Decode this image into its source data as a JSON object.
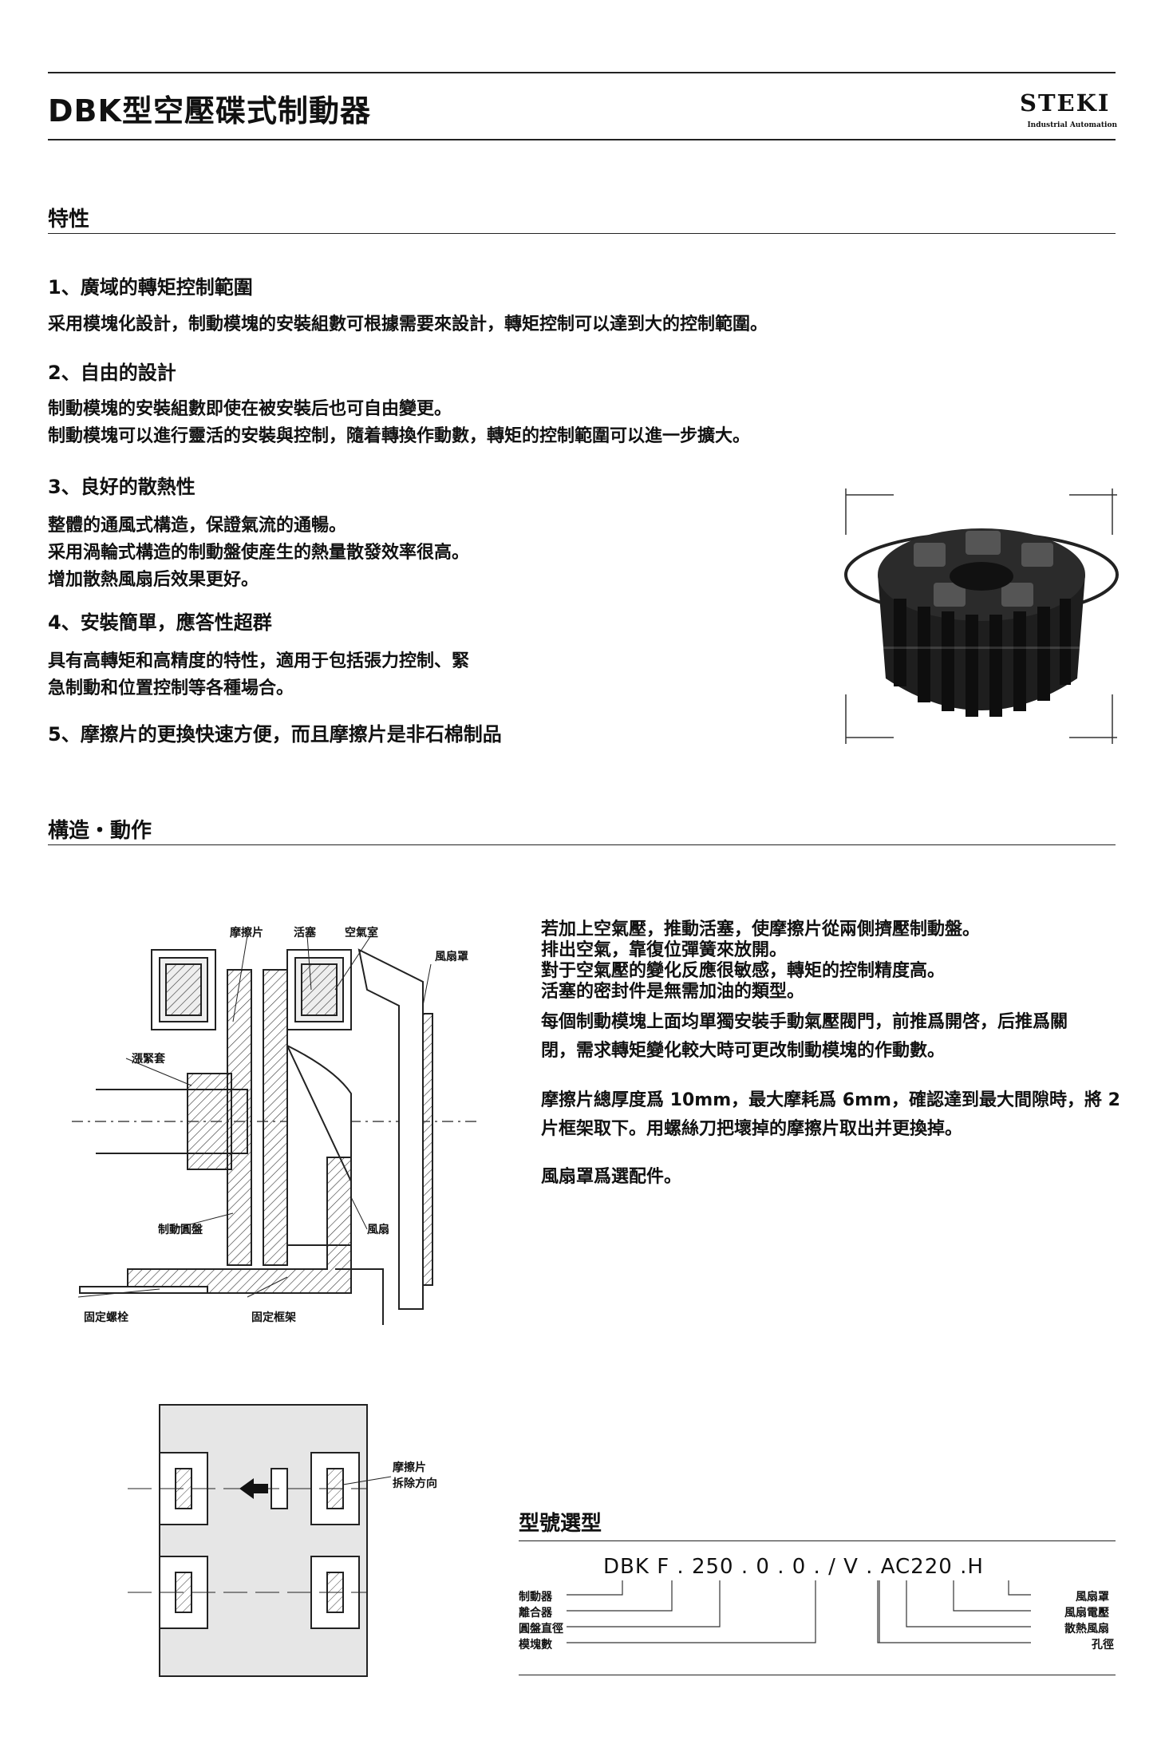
{
  "page": {
    "title": "DBK型空壓碟式制動器",
    "logo": {
      "name": "STEKI",
      "subtitle": "Industrial Automation"
    }
  },
  "features": {
    "heading": "特性",
    "items": [
      {
        "title": "1、廣域的轉矩控制範圍",
        "lines": [
          "采用模塊化設計，制動模塊的安裝組數可根據需要來設計，轉矩控制可以達到大的控制範圍。"
        ]
      },
      {
        "title": "2、自由的設計",
        "lines": [
          "制動模塊的安裝組數即使在被安裝后也可自由變更。",
          "制動模塊可以進行靈活的安裝與控制，隨着轉換作動數，轉矩的控制範圍可以進一步擴大。"
        ]
      },
      {
        "title": "3、良好的散熱性",
        "lines": [
          "整體的通風式構造，保證氣流的通暢。",
          "采用渦輪式構造的制動盤使産生的熱量散發效率很高。",
          "增加散熱風扇后效果更好。"
        ]
      },
      {
        "title": "4、安裝簡單，應答性超群",
        "lines": [
          "具有高轉矩和高精度的特性，適用于包括張力控制、緊",
          "急制動和位置控制等各種場合。"
        ]
      },
      {
        "title": "5、摩擦片的更換快速方便，而且摩擦片是非石棉制品",
        "lines": []
      }
    ]
  },
  "structure": {
    "heading": "構造・動作",
    "description": [
      "若加上空氣壓，推動活塞，使摩擦片從兩側擠壓制動盤。",
      "排出空氣，靠復位彈簧來放開。",
      "對于空氣壓的變化反應很敏感，轉矩的控制精度高。",
      "活塞的密封件是無需加油的類型。",
      "每個制動模塊上面均單獨安裝手動氣壓閥門，前推爲開啓，后推爲關",
      "閉，需求轉矩變化較大時可更改制動模塊的作動數。",
      "",
      "摩擦片總厚度爲 10mm，最大摩耗爲 6mm，確認達到最大間隙時，將 2",
      "片框架取下。用螺絲刀把壞掉的摩擦片取出并更換掉。",
      "",
      "風扇罩爲選配件。"
    ],
    "diagram_labels": {
      "friction": "摩擦片",
      "piston": "活塞",
      "air_chamber": "空氣室",
      "fan_cover": "風扇罩",
      "sleeve": "漲緊套",
      "brake_disc": "制動圓盤",
      "fan": "風扇",
      "bolt": "固定螺栓",
      "frame": "固定框架"
    },
    "removal_label": [
      "摩擦片",
      "拆除方向"
    ]
  },
  "model": {
    "heading": "型號選型",
    "code_parts": [
      "DBK",
      "F",
      ".",
      "250",
      ".",
      "0",
      ".",
      "0",
      ".",
      "/",
      "V",
      ".",
      "AC220",
      ".H"
    ],
    "left_labels": [
      "制動器",
      "離合器",
      "圓盤直徑",
      "模塊數"
    ],
    "right_labels": [
      "風扇罩",
      "風扇電壓",
      "散熱風扇",
      "孔徑"
    ]
  }
}
